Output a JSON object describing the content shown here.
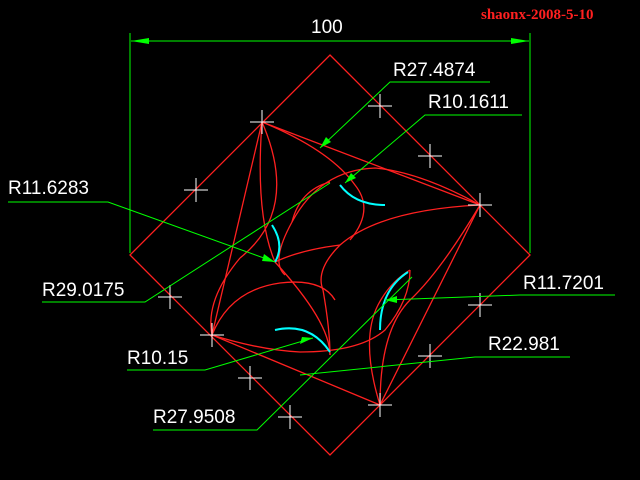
{
  "watermark": "shaonx-2008-5-10",
  "overall_dimension": "100",
  "radius_labels": {
    "r1": "R27.4874",
    "r2": "R10.1611",
    "r3": "R11.6283",
    "r4": "R29.0175",
    "r5": "R11.7201",
    "r6": "R22.981",
    "r7": "R10.15",
    "r8": "R27.9508"
  },
  "colors": {
    "background": "#000000",
    "geometry": "#ff2020",
    "dimension": "#00ff00",
    "highlight_arc": "#00ffff",
    "text": "#ffffff",
    "center_mark": "#ffffff"
  }
}
